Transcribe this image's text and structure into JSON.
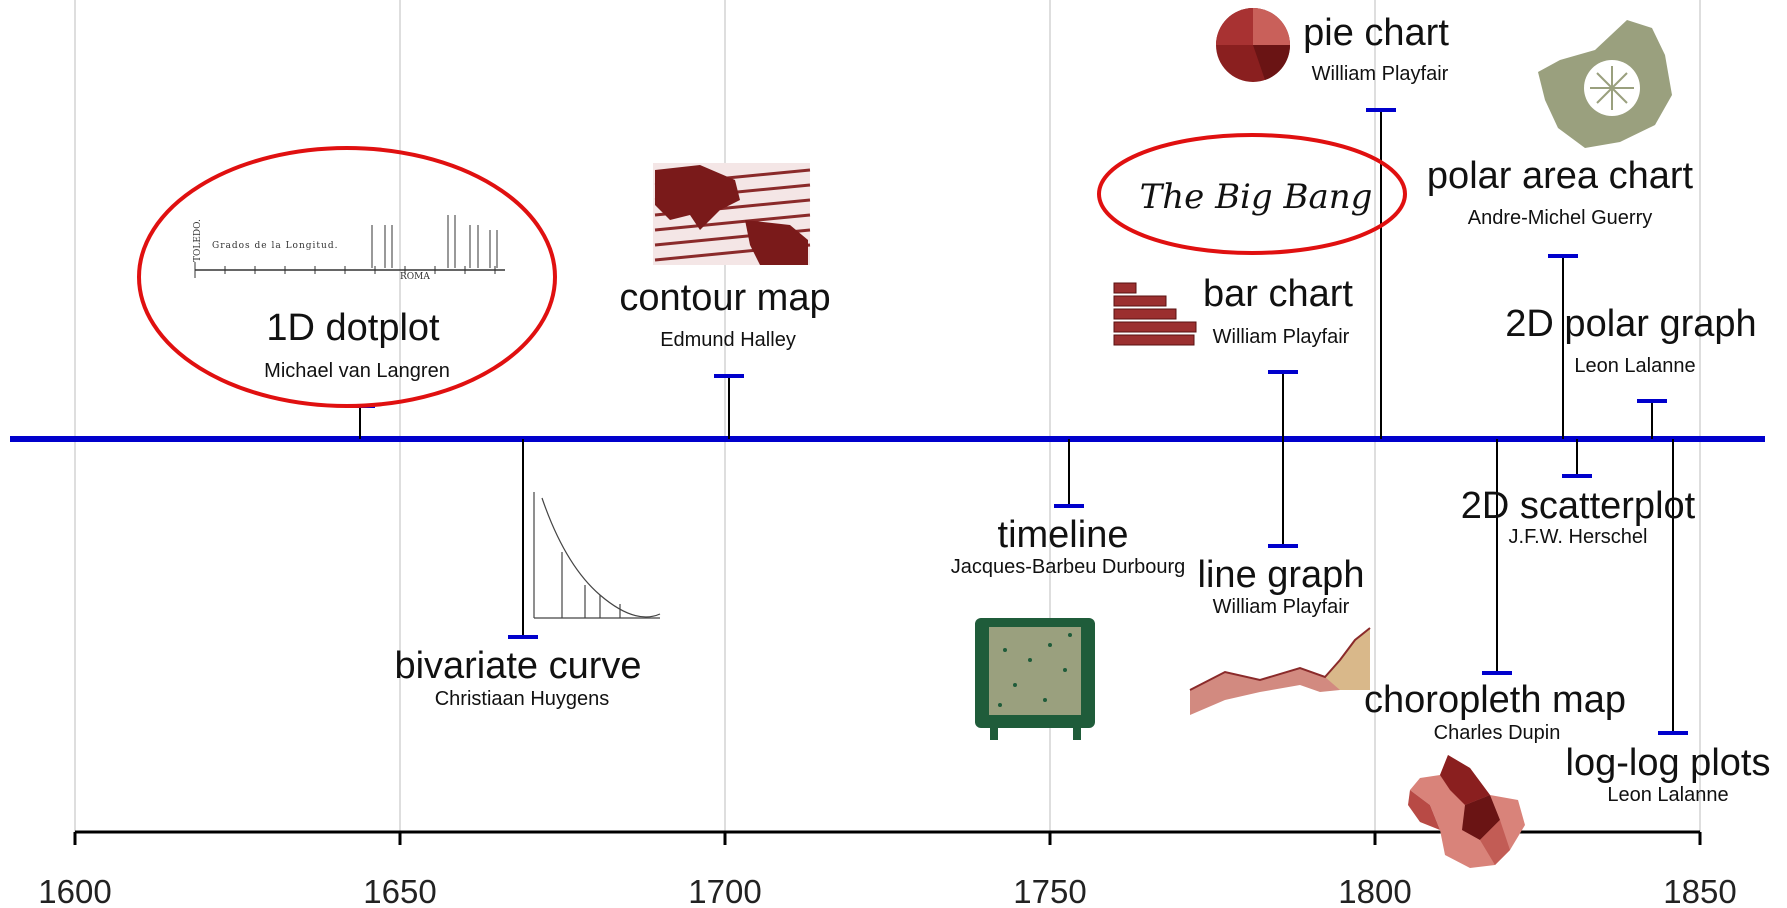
{
  "axis": {
    "ticks": [
      "1600",
      "1650",
      "1700",
      "1750",
      "1800",
      "1850"
    ]
  },
  "events": [
    {
      "id": "dotplot",
      "title": "1D dotplot",
      "author": "Michael van Langren",
      "year": 1644
    },
    {
      "id": "bivariate",
      "title": "bivariate curve",
      "author": "Christiaan Huygens",
      "year": 1669
    },
    {
      "id": "contour",
      "title": "contour map",
      "author": "Edmund Halley",
      "year": 1701
    },
    {
      "id": "timeline",
      "title": "timeline",
      "author": "Jacques-Barbeu Durbourg",
      "year": 1753
    },
    {
      "id": "bar",
      "title": "bar chart",
      "author": "William Playfair",
      "year": 1786
    },
    {
      "id": "line",
      "title": "line graph",
      "author": "William Playfair",
      "year": 1786
    },
    {
      "id": "pie",
      "title": "pie chart",
      "author": "William Playfair",
      "year": 1801
    },
    {
      "id": "choropleth",
      "title": "choropleth map",
      "author": "Charles Dupin",
      "year": 1819
    },
    {
      "id": "polararea",
      "title": "polar area chart",
      "author": "Andre-Michel Guerry",
      "year": 1829
    },
    {
      "id": "scatter",
      "title": "2D scatterplot",
      "author": "J.F.W. Herschel",
      "year": 1833
    },
    {
      "id": "polar2d",
      "title": "2D polar graph",
      "author": "Leon Lalanne",
      "year": 1843
    },
    {
      "id": "loglog",
      "title": "log-log plots",
      "author": "Leon Lalanne",
      "year": 1845
    }
  ],
  "annotation": {
    "big_bang": "The Big Bang"
  },
  "thumbnails": {
    "dotplot_caption": "Grados de la Longitud.",
    "dotplot_place_left": "TOLEDO.",
    "dotplot_place_right": "ROMA"
  },
  "colors": {
    "timeline_line": "#0000cc",
    "axis_line": "#000000",
    "highlight_ellipse": "#e01010",
    "thumbnail_red": "#7a1a1a",
    "thumbnail_green": "#1f5c3a",
    "thumbnail_sage": "#9aa07e"
  }
}
